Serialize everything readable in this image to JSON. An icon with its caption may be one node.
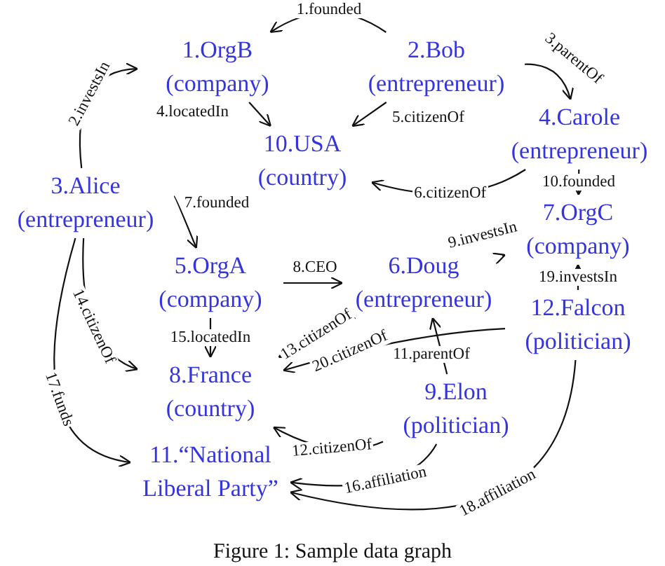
{
  "diagram": {
    "caption": "Figure 1: Sample data graph",
    "nodes": [
      {
        "text": [
          "1.OrgB",
          "(company)"
        ]
      },
      {
        "text": [
          "2.Bob",
          "(entrepreneur)"
        ]
      },
      {
        "text": [
          "4.Carole",
          "(entrepreneur)"
        ]
      },
      {
        "text": [
          "10.USA",
          "(country)"
        ]
      },
      {
        "text": [
          "3.Alice",
          "(entrepreneur)"
        ]
      },
      {
        "text": [
          "7.OrgC",
          "(company)"
        ]
      },
      {
        "text": [
          "5.OrgA",
          "(company)"
        ]
      },
      {
        "text": [
          "6.Doug",
          "(entrepreneur)"
        ]
      },
      {
        "text": [
          "12.Falcon",
          "(politician)"
        ]
      },
      {
        "text": [
          "8.France",
          "(country)"
        ]
      },
      {
        "text": [
          "9.Elon",
          "(politician)"
        ]
      },
      {
        "text": [
          "11.“National Liberal Party”"
        ]
      }
    ],
    "edges": [
      {
        "from": 1,
        "to": 0,
        "arrow": "to",
        "label": "1.founded"
      },
      {
        "from": 4,
        "to": 0,
        "arrow": "to",
        "label": "2.investsIn"
      },
      {
        "from": 1,
        "to": 2,
        "arrow": "to",
        "label": "3.parentOf"
      },
      {
        "from": 0,
        "to": 3,
        "arrow": "to",
        "label": "4.locatedIn"
      },
      {
        "from": 1,
        "to": 3,
        "arrow": "to",
        "label": "5.citizenOf"
      },
      {
        "from": 2,
        "to": 3,
        "arrow": "to",
        "label": "6.citizenOf"
      },
      {
        "from": 4,
        "to": 6,
        "arrow": "to",
        "label": "7.founded"
      },
      {
        "from": 6,
        "to": 7,
        "arrow": "to",
        "label": "8.CEO"
      },
      {
        "from": 7,
        "to": 5,
        "arrow": "to",
        "label": "9.investsIn"
      },
      {
        "from": 2,
        "to": 5,
        "arrow": "to",
        "label": "10.founded"
      },
      {
        "from": 10,
        "to": 7,
        "arrow": "to",
        "label": "11.parentOf"
      },
      {
        "from": 10,
        "to": 9,
        "arrow": "to",
        "label": "12.citizenOf"
      },
      {
        "from": 7,
        "to": 9,
        "arrow": "to",
        "label": "13.citizenOf"
      },
      {
        "from": 4,
        "to": 9,
        "arrow": "to",
        "label": "14.citizenOf"
      },
      {
        "from": 6,
        "to": 9,
        "arrow": "to",
        "label": "15.locatedIn"
      },
      {
        "from": 10,
        "to": 11,
        "arrow": "to",
        "label": "16.affiliation"
      },
      {
        "from": 4,
        "to": 11,
        "arrow": "to",
        "label": "17.funds"
      },
      {
        "from": 8,
        "to": 11,
        "arrow": "to",
        "label": "18.affiliation"
      },
      {
        "from": 8,
        "to": 5,
        "arrow": "to",
        "label": "19.investsIn"
      },
      {
        "from": 8,
        "to": 9,
        "arrow": "to",
        "label": "20.citizenOf"
      }
    ]
  }
}
